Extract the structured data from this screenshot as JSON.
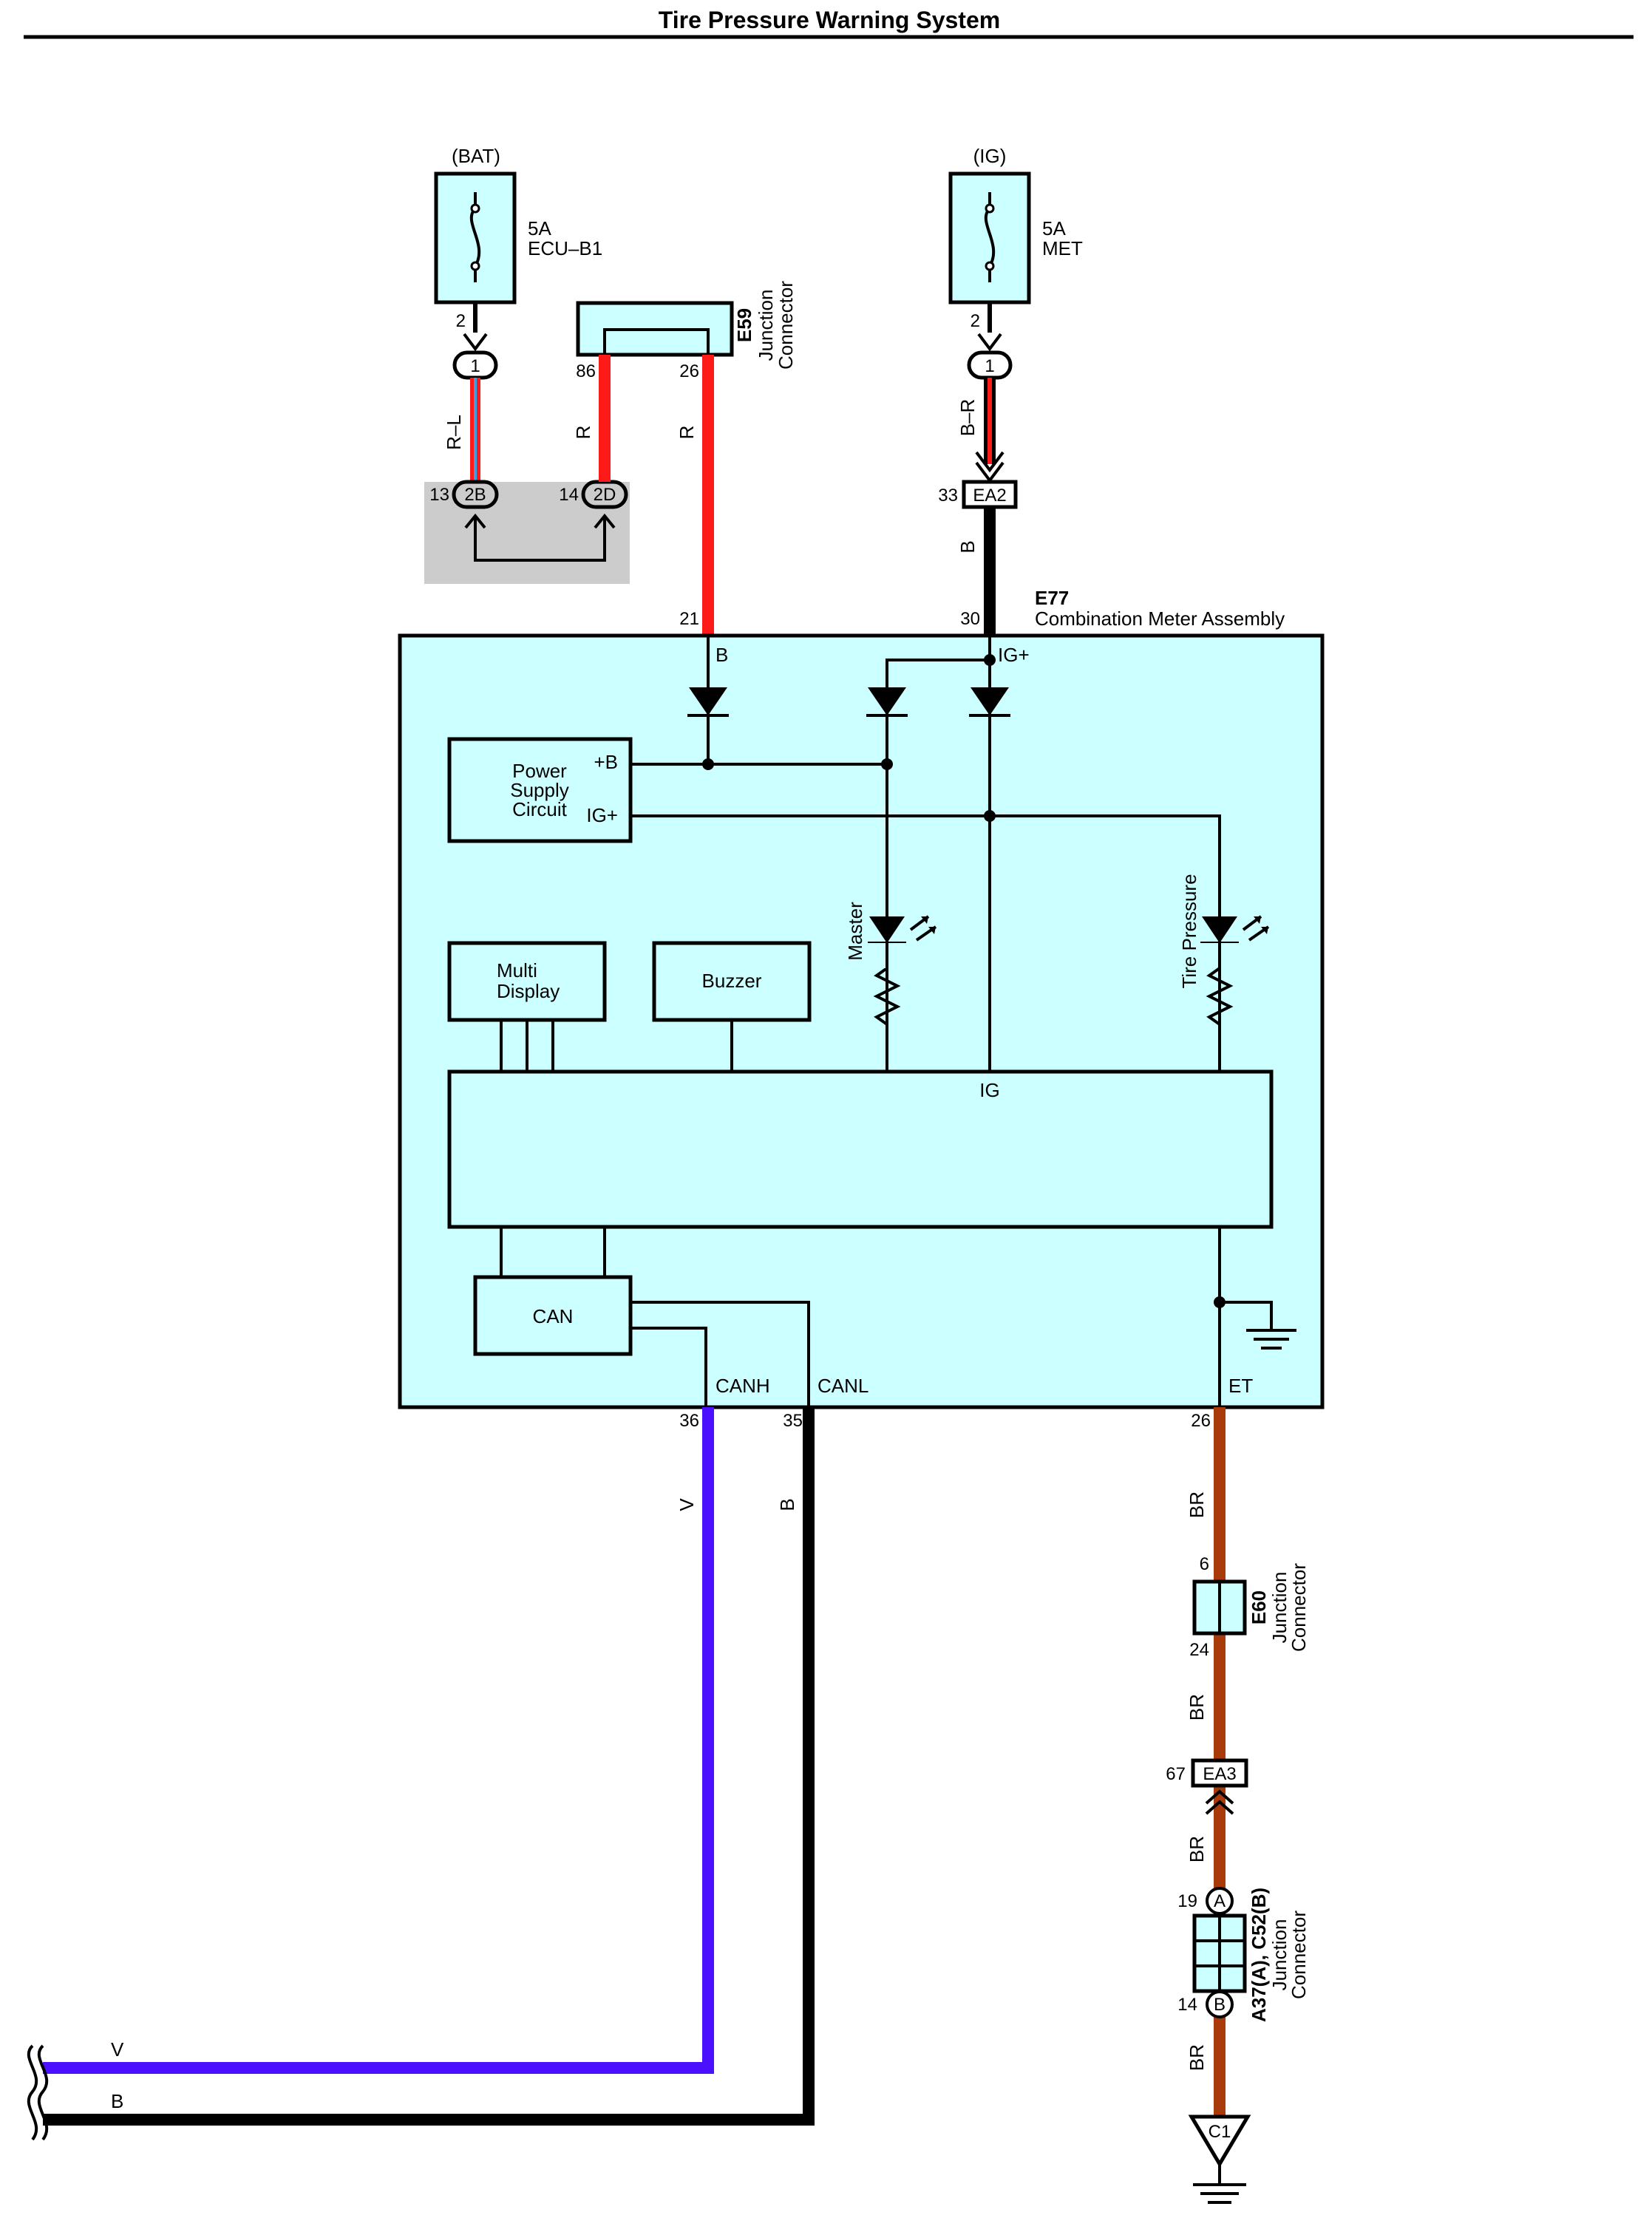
{
  "title": "Tire Pressure Warning System",
  "colors": {
    "red": "#ff1a1a",
    "black": "#000000",
    "violet": "#4a10ff",
    "brown": "#a83a0c",
    "cyan_fill": "#ccffff",
    "grey_fill": "#cccccc",
    "red_blue_stripe": "#3aa0e0"
  },
  "fuses": {
    "bat": {
      "source": "(BAT)",
      "amps": "5A",
      "name": "ECU–B1",
      "pin": "2",
      "connector": "1"
    },
    "ig": {
      "source": "(IG)",
      "amps": "5A",
      "name": "MET",
      "pin": "2",
      "connector": "1"
    }
  },
  "junctions": {
    "e59": {
      "code": "E59",
      "line1": "Junction",
      "line2": "Connector",
      "pin_left": "86",
      "pin_right": "26"
    },
    "e60": {
      "code": "E60",
      "line1": "Junction",
      "line2": "Connector",
      "pin_top": "6",
      "pin_bottom": "24"
    },
    "a37c52": {
      "code": "A37(A), C52(B)",
      "line1": "Junction",
      "line2": "Connector",
      "pin_top": "19",
      "label_top": "A",
      "pin_bottom": "14",
      "label_bottom": "B"
    }
  },
  "connectors": {
    "c2b": {
      "pin": "13",
      "label": "2B"
    },
    "c2d": {
      "pin": "14",
      "label": "2D"
    },
    "ea2": {
      "pin": "33",
      "label": "EA2"
    },
    "ea3": {
      "pin": "67",
      "label": "EA3"
    },
    "ground": {
      "label": "C1"
    }
  },
  "wires": {
    "rl": "R–L",
    "r1": "R",
    "r2": "R",
    "br_ig": "B–R",
    "b_ig": "B",
    "v": "V",
    "b_can": "B",
    "br1": "BR",
    "br2": "BR",
    "br3": "BR",
    "br4": "BR",
    "v_bottom": "V",
    "b_bottom": "B"
  },
  "meter": {
    "code": "E77",
    "name": "Combination Meter Assembly",
    "pins": {
      "b": "21",
      "ig": "30",
      "canh": "36",
      "canl": "35",
      "et": "26"
    },
    "terminals": {
      "b": "B",
      "ig": "IG+",
      "canh": "CANH",
      "canl": "CANL",
      "et": "ET",
      "ig_inner": "IG"
    },
    "power_supply": {
      "line1": "Power",
      "line2": "Supply",
      "line3": "Circuit",
      "plus_b": "+B",
      "ig_plus": "IG+"
    },
    "multi_display": {
      "line1": "Multi",
      "line2": "Display"
    },
    "buzzer": "Buzzer",
    "can": "CAN",
    "master": "Master",
    "tire_pressure": "Tire Pressure"
  }
}
